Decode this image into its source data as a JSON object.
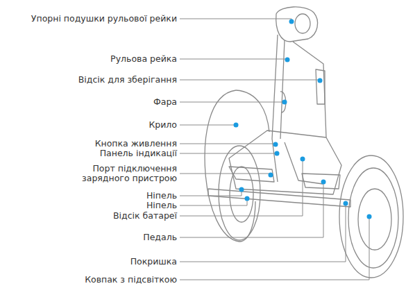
{
  "diagram": {
    "labels": [
      "Упорні подушки рульової рейки",
      "Рульова рейка",
      "Відсік для зберігання",
      "Фара",
      "Крило",
      "Кнопка живлення",
      "Панель індикації",
      "Порт підключення зарядного пристрою",
      "Ніпель",
      "Ніпель",
      "Відсік батареї",
      "Педаль",
      "Покришка",
      "Ковпак з підсвіткою"
    ]
  }
}
